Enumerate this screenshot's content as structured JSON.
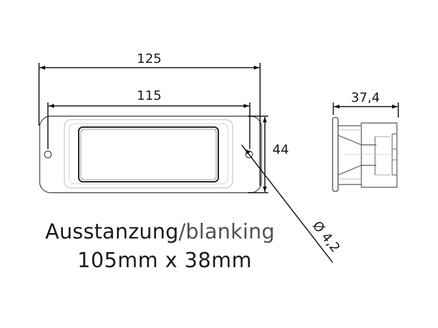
{
  "drawing": {
    "front_view": {
      "overall_width_label": "125",
      "hole_spacing_label": "115",
      "height_label": "44",
      "hole_diameter_label": "Ø 4,2"
    },
    "side_view": {
      "depth_label": "37,4"
    },
    "caption": {
      "title_de": "Ausstanzung",
      "separator": "/",
      "title_en": "blanking",
      "cutout_size": "105mm x 38mm"
    },
    "colors": {
      "line": "#111111",
      "light_line": "#bfbfbf",
      "background": "#ffffff"
    }
  }
}
